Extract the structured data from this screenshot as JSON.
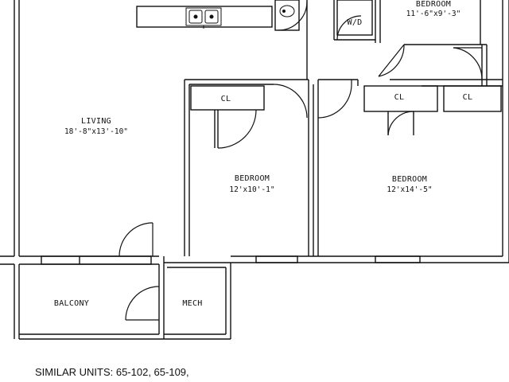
{
  "rooms": {
    "bedroom_top": {
      "label": "BEDROOM",
      "dims": "11'-6\"x9'-3\""
    },
    "wd": {
      "label": "W/D"
    },
    "living": {
      "label": "LIVING",
      "dims": "18'-8\"x13'-10\""
    },
    "closet_a": {
      "label": "CL"
    },
    "closet_b": {
      "label": "CL"
    },
    "closet_c": {
      "label": "CL"
    },
    "bedroom_mid": {
      "label": "BEDROOM",
      "dims": "12'x10'-1\""
    },
    "bedroom_right": {
      "label": "BEDROOM",
      "dims": "12'x14'-5\""
    },
    "balcony": {
      "label": "BALCONY"
    },
    "mech": {
      "label": "MECH"
    }
  },
  "footer": {
    "similar_units": "SIMILAR UNITS: 65-102, 65-109,"
  },
  "colors": {
    "line": "#111111",
    "background": "#ffffff"
  }
}
